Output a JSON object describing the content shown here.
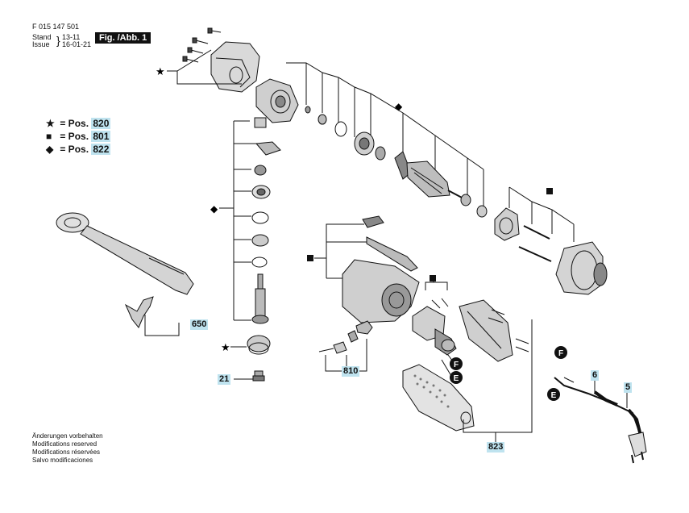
{
  "header": {
    "doc_number": "F 015 147 501",
    "stand_label": "Stand",
    "issue_label": "Issue",
    "stand_value": "13-11",
    "issue_value": "16-01-21",
    "fig_label": "Fig. /Abb. 1"
  },
  "legend": [
    {
      "symbol": "★",
      "text": "= Pos.",
      "pos": "820"
    },
    {
      "symbol": "■",
      "text": "= Pos.",
      "pos": "801"
    },
    {
      "symbol": "◆",
      "text": "= Pos.",
      "pos": "822"
    }
  ],
  "callouts": {
    "c650": "650",
    "c21": "21",
    "c810": "810",
    "c823": "823",
    "c6": "6",
    "c5": "5"
  },
  "markers": {
    "F": "F",
    "E": "E"
  },
  "footer": [
    "Änderungen vorbehalten",
    "Modifications reserved",
    "Modifications réservées",
    "Salvo modificaciones"
  ]
}
